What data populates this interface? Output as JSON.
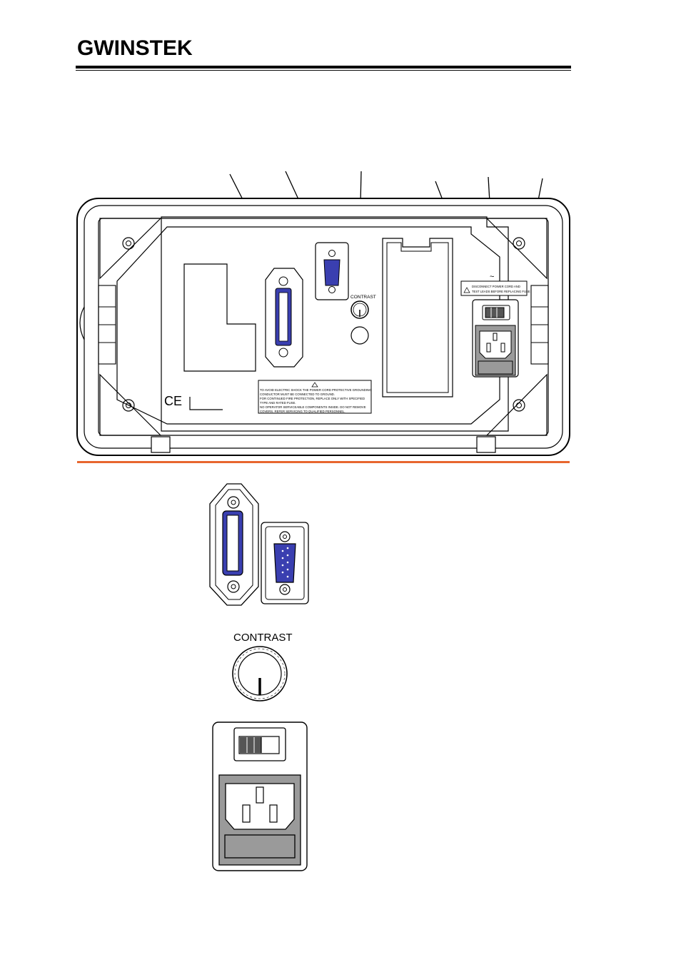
{
  "header": {
    "brand_prefix": "GW",
    "brand_name": "INSTEK"
  },
  "rear_panel": {
    "contrast_label": "CONTRAST",
    "power_warning_line1": "DISCONNECT POWER CORD AND",
    "power_warning_line2": "TEST LEADS BEFORE REPLACING FUSE",
    "safety_notice": [
      "TO AVOID ELECTRIC SHOCK THE POWER CORD PROTECTIVE GROUNDING",
      "CONDUCTOR MUST BE CONNECTED TO GROUND.",
      "FOR CONTINUED FIRE PROTECTION, REPLACE ONLY WITH SPECIFIED",
      "TYPE AND RATED FUSE.",
      "NO OPERATOR SERVICEABLE COMPONENTS INSIDE. DO NOT REMOVE",
      "COVERS. REFER SERVICING TO QUALIFIED PERSONNEL."
    ],
    "ce_mark": "CE",
    "ac_symbol": "~"
  },
  "details": {
    "contrast_label": "CONTRAST"
  },
  "colors": {
    "accent": "#e8662e",
    "connector_blue": "#3a3fb0",
    "inlet_gray": "#9a9a9a"
  }
}
